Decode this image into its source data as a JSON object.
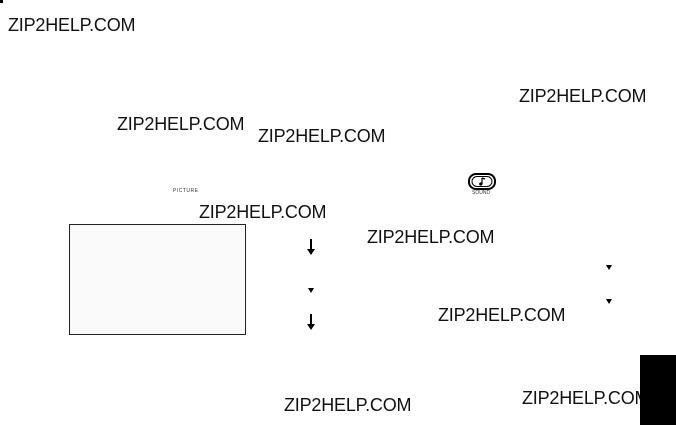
{
  "watermarks": [
    "ZIP2HELP.COM",
    "ZIP2HELP.COM",
    "ZIP2HELP.COM",
    "ZIP2HELP.COM",
    "ZIP2HELP.COM",
    "ZIP2HELP.COM",
    "ZIP2HELP.COM",
    "ZIP2HELP.COM",
    "ZIP2HELP.COM"
  ],
  "picture_button_label": "PICTURE",
  "sound_button_label": "SOUND",
  "icons": {
    "sound": "music-note-button-icon",
    "arrow": "arrow-down-icon",
    "pointer": "triangle-down-icon"
  },
  "colors": {
    "text": "#000000",
    "background": "#ffffff",
    "tab": "#000000"
  }
}
